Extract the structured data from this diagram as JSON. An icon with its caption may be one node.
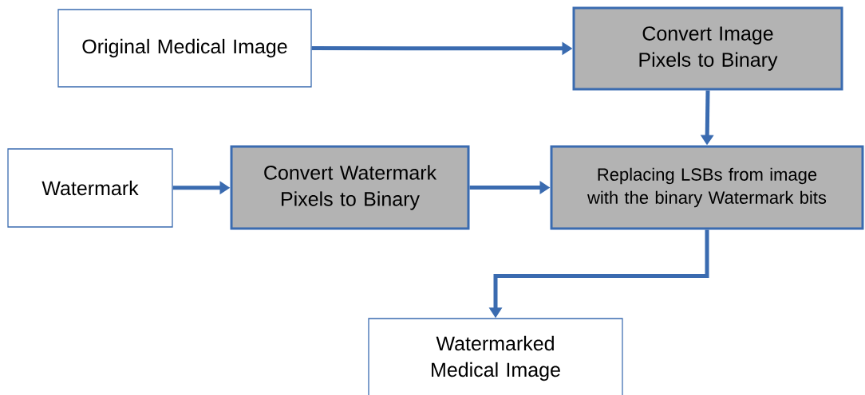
{
  "diagram": {
    "nodes": [
      {
        "text": [
          "Original Medical Image"
        ]
      },
      {
        "text": [
          "Convert Image Pixels to Binary"
        ]
      },
      {
        "text": [
          "Watermark"
        ]
      },
      {
        "text": [
          "Convert Watermark Pixels to Binary"
        ]
      },
      {
        "text": [
          "Replacing LSBs from image with the binary Watermark bits"
        ]
      },
      {
        "text": [
          "Watermarked Medical Image"
        ]
      }
    ],
    "edges": [
      {
        "from": 0,
        "to": 1,
        "arrow": "to"
      },
      {
        "from": 1,
        "to": 4,
        "arrow": "to"
      },
      {
        "from": 2,
        "to": 3,
        "arrow": "to"
      },
      {
        "from": 3,
        "to": 4,
        "arrow": "to"
      },
      {
        "from": 4,
        "to": 5,
        "arrow": "to"
      }
    ]
  }
}
